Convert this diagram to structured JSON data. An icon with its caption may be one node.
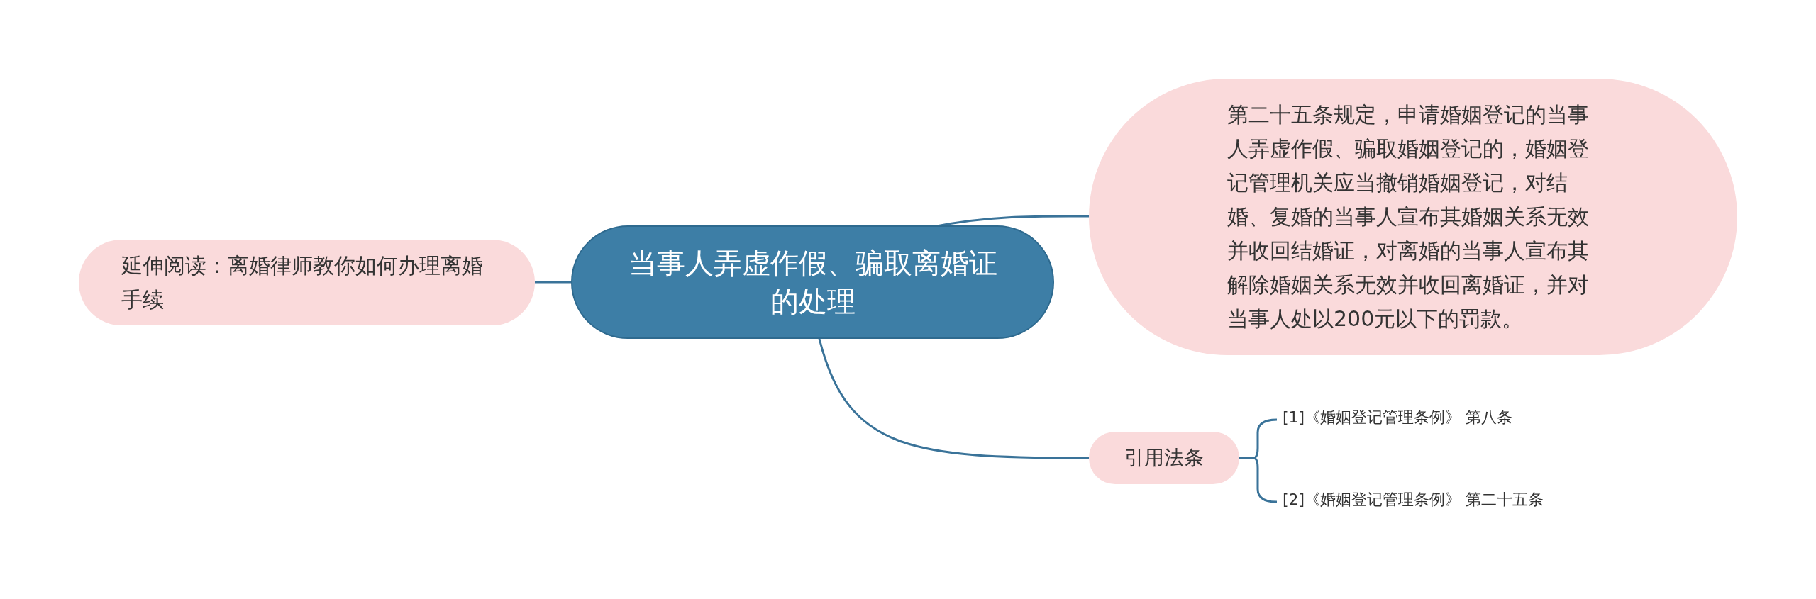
{
  "diagram": {
    "nodes": [
      {
        "text": [
          "当事人弄虚作假、骗取离婚证的处理"
        ]
      },
      {
        "text": [
          "延伸阅读：离婚律师教你如何办理离婚手续"
        ]
      },
      {
        "text": [
          "第二十五条规定，申请婚姻登记的当事人弄虚作假、骗取婚姻登记的，婚姻登记管理机关应当撤销婚姻登记，对结婚、复婚的当事人宣布其婚姻关系无效并收回结婚证，对离婚的当事人宣布其解除婚姻关系无效并收回离婚证，并对当事人处以200元以下的罚款。"
        ]
      },
      {
        "text": [
          "引用法条"
        ]
      },
      {
        "text": [
          "[1]《婚姻登记管理条例》 第八条"
        ]
      },
      {
        "text": [
          "[2]《婚姻登记管理条例》 第二十五条"
        ]
      }
    ],
    "edges": [
      {
        "from": 0,
        "to": 1,
        "arrow": "none"
      },
      {
        "from": 0,
        "to": 2,
        "arrow": "none"
      },
      {
        "from": 0,
        "to": 3,
        "arrow": "none"
      },
      {
        "from": 3,
        "to": 4,
        "arrow": "none"
      },
      {
        "from": 3,
        "to": 5,
        "arrow": "none"
      }
    ]
  }
}
